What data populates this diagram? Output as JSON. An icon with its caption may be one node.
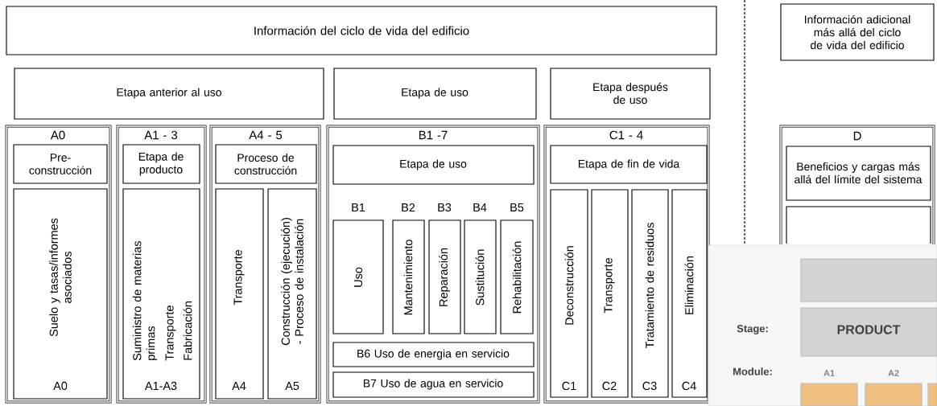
{
  "diagram": {
    "nodes": [
      {
        "text": [
          "Información del ciclo de vida del edificio"
        ]
      },
      {
        "text": [
          "Información adicional más allá del ciclo de vida del edificio"
        ]
      },
      {
        "text": [
          "Etapa anterior al uso"
        ]
      },
      {
        "text": [
          "Etapa de uso"
        ]
      },
      {
        "text": [
          "Etapa después de uso"
        ]
      },
      {
        "text": [
          "A0"
        ]
      },
      {
        "text": [
          "Pre-construcción"
        ],
        "in": 5
      },
      {
        "text": [
          "Suelo y tasas/informes asociados",
          "A0"
        ],
        "in": 5
      },
      {
        "text": [
          "A1 - 3"
        ]
      },
      {
        "text": [
          "Etapa de producto"
        ],
        "in": 8
      },
      {
        "text": [
          "Suministro de materias primas",
          "Transporte",
          "Fabricación",
          "A1-A3"
        ],
        "in": 8
      },
      {
        "text": [
          "A4 - 5"
        ]
      },
      {
        "text": [
          "Proceso de construcción"
        ],
        "in": 11
      },
      {
        "text": [
          "Transporte",
          "A4"
        ],
        "in": 11
      },
      {
        "text": [
          "Construcción (ejecución) - Proceso de instalación",
          "A5"
        ],
        "in": 11
      },
      {
        "text": [
          "B1 -7"
        ]
      },
      {
        "text": [
          "Etapa de uso"
        ],
        "in": 15
      },
      {
        "text": [
          "B1",
          "Uso"
        ],
        "in": 15
      },
      {
        "text": [
          "B2",
          "Mantenimiento"
        ],
        "in": 15
      },
      {
        "text": [
          "B3",
          "Reparación"
        ],
        "in": 15
      },
      {
        "text": [
          "B4",
          "Sustitución"
        ],
        "in": 15
      },
      {
        "text": [
          "B5",
          "Rehabilitación"
        ],
        "in": 15
      },
      {
        "text": [
          "B6 Uso de energia en servicio"
        ],
        "in": 15
      },
      {
        "text": [
          "B7 Uso de agua en servicio"
        ],
        "in": 15
      },
      {
        "text": [
          "C1 - 4"
        ]
      },
      {
        "text": [
          "Etapa de fin de vida"
        ],
        "in": 24
      },
      {
        "text": [
          "Deconstrucción",
          "C1"
        ],
        "in": 24
      },
      {
        "text": [
          "Transporte",
          "C2"
        ],
        "in": 24
      },
      {
        "text": [
          "Tratamiento de residuos",
          "C3"
        ],
        "in": 24
      },
      {
        "text": [
          "Eliminación",
          "C4"
        ],
        "in": 24
      },
      {
        "text": [
          "D"
        ]
      },
      {
        "text": [
          "Beneficios y cargas más allá del límite del sistema"
        ],
        "in": 30
      },
      {
        "text": [],
        "shape": "box",
        "in": 30
      },
      {
        "text": [],
        "shape": "box"
      },
      {
        "text": [
          "PRODUCT"
        ]
      },
      {
        "text": [],
        "shape": "box"
      },
      {
        "text": [],
        "shape": "box"
      },
      {
        "text": [],
        "shape": "box"
      }
    ],
    "labels": [
      "Stage:",
      "Module:",
      "A1",
      "A2"
    ]
  }
}
